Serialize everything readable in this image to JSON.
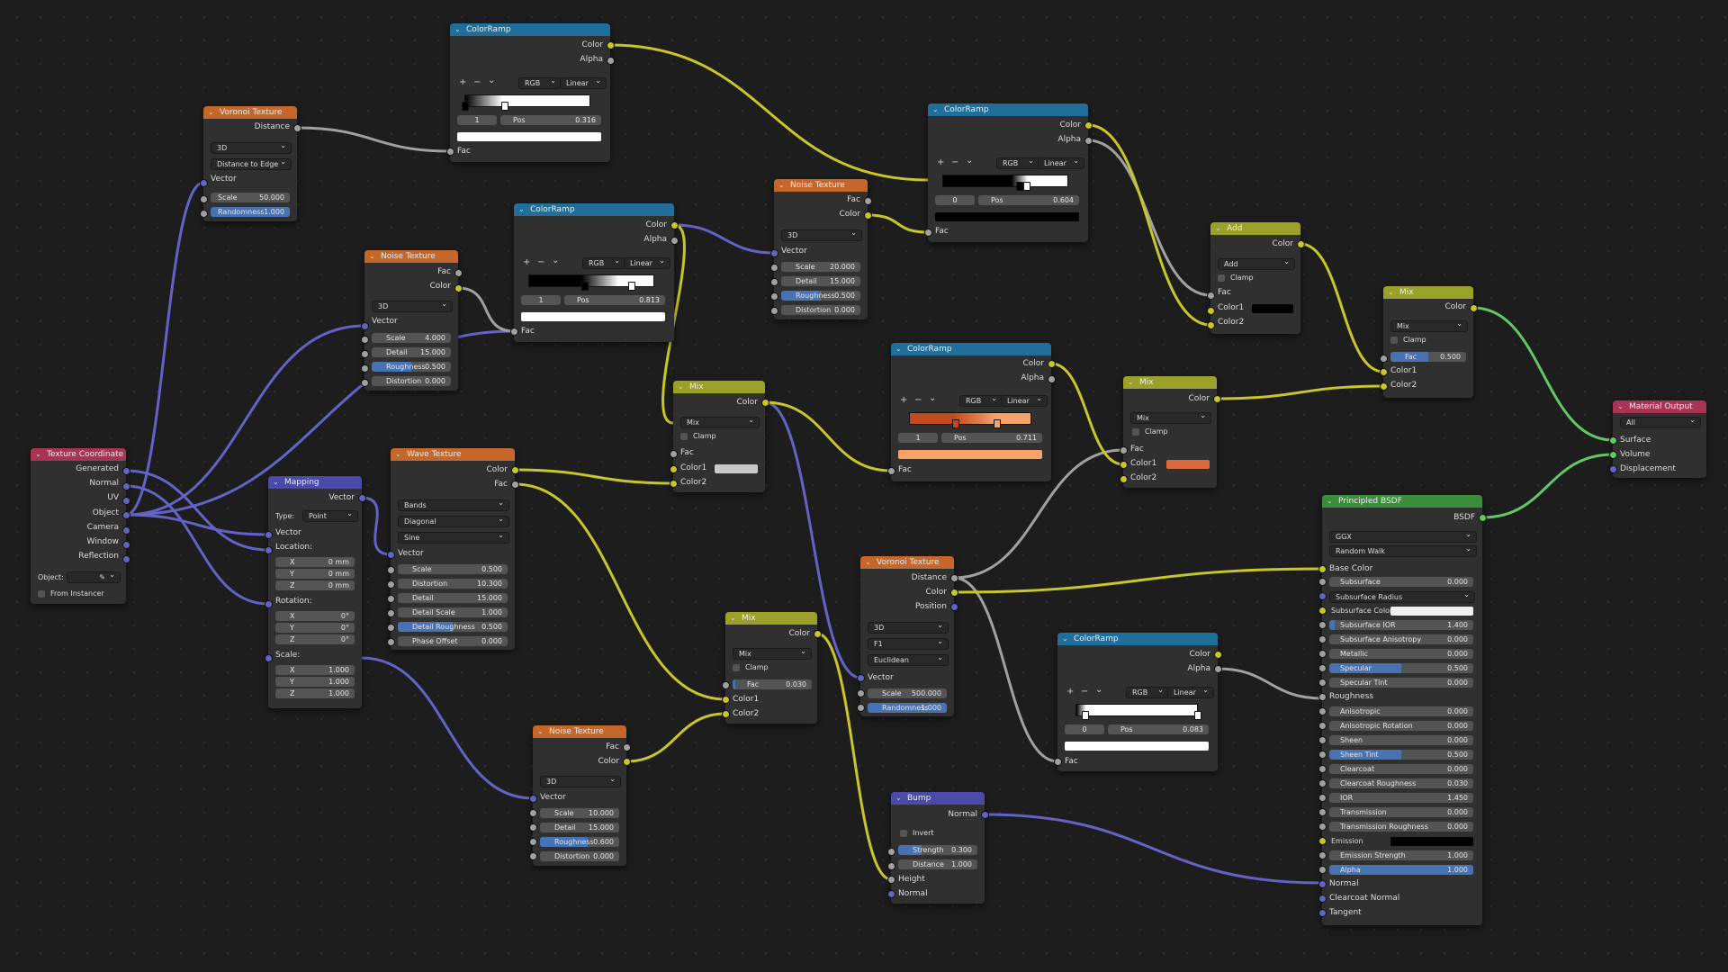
{
  "colors": {
    "texture": "#c5662a",
    "converter": "#1f6f9a",
    "color": "#99a12a",
    "vector": "#4a4aa8",
    "input": "#a93352",
    "shader": "#3c8c3c",
    "output": "#a93352",
    "wire_color": "#c7c729",
    "wire_float": "#a1a1a1",
    "wire_vector": "#6363c7",
    "wire_shader": "#63c763"
  },
  "icons": {
    "collapse": "chevron-down-icon",
    "add_stop": "plus-icon",
    "remove_stop": "minus-icon",
    "menu": "chevron-down-icon",
    "eyedropper": "eyedropper-icon"
  },
  "nodes": {
    "texcoord": {
      "title": "Texture Coordinate",
      "outputs": [
        "Generated",
        "Normal",
        "UV",
        "Object",
        "Camera",
        "Window",
        "Reflection"
      ],
      "object_label": "Object:",
      "from_instancer": "From Instancer"
    },
    "mapping": {
      "title": "Mapping",
      "out": "Vector",
      "type_label": "Type:",
      "type_value": "Point",
      "vector": "Vector",
      "location": "Location:",
      "rotation": "Rotation:",
      "scale": "Scale:",
      "loc": [
        [
          "X",
          "0 mm"
        ],
        [
          "Y",
          "0 mm"
        ],
        [
          "Z",
          "0 mm"
        ]
      ],
      "rot": [
        [
          "X",
          "0°"
        ],
        [
          "Y",
          "0°"
        ],
        [
          "Z",
          "0°"
        ]
      ],
      "scl": [
        [
          "X",
          "1.000"
        ],
        [
          "Y",
          "1.000"
        ],
        [
          "Z",
          "1.000"
        ]
      ]
    },
    "voronoi1": {
      "title": "Voronoi Texture",
      "out": "Distance",
      "dim": "3D",
      "feature": "Distance to Edge",
      "vector": "Vector",
      "scale_l": "Scale",
      "scale_v": "50.000",
      "rand_l": "Randomness",
      "rand_v": "1.000"
    },
    "noise1": {
      "title": "Noise Texture",
      "fac": "Fac",
      "color": "Color",
      "dim": "3D",
      "vector": "Vector",
      "scale_l": "Scale",
      "scale_v": "4.000",
      "detail_l": "Detail",
      "detail_v": "15.000",
      "rough_l": "Roughness",
      "rough_v": "0.500",
      "dist_l": "Distortion",
      "dist_v": "0.000"
    },
    "ramp1": {
      "title": "ColorRamp",
      "color": "Color",
      "alpha": "Alpha",
      "mode": "RGB",
      "interp": "Linear",
      "index": "1",
      "pos_l": "Pos",
      "pos_v": "0.316",
      "fac": "Fac"
    },
    "ramp2": {
      "title": "ColorRamp",
      "color": "Color",
      "alpha": "Alpha",
      "mode": "RGB",
      "interp": "Linear",
      "index": "1",
      "pos_l": "Pos",
      "pos_v": "0.813",
      "fac": "Fac"
    },
    "noise2": {
      "title": "Noise Texture",
      "fac": "Fac",
      "color": "Color",
      "dim": "3D",
      "vector": "Vector",
      "scale_l": "Scale",
      "scale_v": "20.000",
      "detail_l": "Detail",
      "detail_v": "15.000",
      "rough_l": "Roughness",
      "rough_v": "0.500",
      "dist_l": "Distortion",
      "dist_v": "0.000"
    },
    "ramp3": {
      "title": "ColorRamp",
      "color": "Color",
      "alpha": "Alpha",
      "mode": "RGB",
      "interp": "Linear",
      "index": "0",
      "pos_l": "Pos",
      "pos_v": "0.604",
      "fac": "Fac"
    },
    "add": {
      "title": "Add",
      "color": "Color",
      "op": "Add",
      "clamp": "Clamp",
      "fac": "Fac",
      "c1": "Color1",
      "c2": "Color2"
    },
    "mix_tr": {
      "title": "Mix",
      "color": "Color",
      "op": "Mix",
      "clamp": "Clamp",
      "fac_l": "Fac",
      "fac_v": "0.500",
      "c1": "Color1",
      "c2": "Color2"
    },
    "wave": {
      "title": "Wave Texture",
      "color": "Color",
      "fac": "Fac",
      "type": "Bands",
      "dir": "Diagonal",
      "profile": "Sine",
      "vector": "Vector",
      "rows": [
        [
          "Scale",
          "0.500"
        ],
        [
          "Distortion",
          "10.300"
        ],
        [
          "Detail",
          "15.000"
        ],
        [
          "Detail Scale",
          "1.000"
        ],
        [
          "Detail Roughness",
          "0.500"
        ],
        [
          "Phase Offset",
          "0.000"
        ]
      ]
    },
    "mix_mid": {
      "title": "Mix",
      "color": "Color",
      "op": "Mix",
      "clamp": "Clamp",
      "fac": "Fac",
      "c1": "Color1",
      "c2": "Color2"
    },
    "ramp4": {
      "title": "ColorRamp",
      "color": "Color",
      "alpha": "Alpha",
      "mode": "RGB",
      "interp": "Linear",
      "index": "1",
      "pos_l": "Pos",
      "pos_v": "0.711",
      "fac": "Fac"
    },
    "mix_r": {
      "title": "Mix",
      "color": "Color",
      "op": "Mix",
      "clamp": "Clamp",
      "fac": "Fac",
      "c1": "Color1",
      "c2": "Color2"
    },
    "mix_low": {
      "title": "Mix",
      "color": "Color",
      "op": "Mix",
      "clamp": "Clamp",
      "fac_l": "Fac",
      "fac_v": "0.030",
      "c1": "Color1",
      "c2": "Color2"
    },
    "voronoi2": {
      "title": "Voronoi Texture",
      "dist": "Distance",
      "color": "Color",
      "pos": "Position",
      "dim": "3D",
      "feature": "F1",
      "metric": "Euclidean",
      "vector": "Vector",
      "scale_l": "Scale",
      "scale_v": "500.000",
      "rand_l": "Randomness",
      "rand_v": "1.000"
    },
    "noise3": {
      "title": "Noise Texture",
      "fac": "Fac",
      "color": "Color",
      "dim": "3D",
      "vector": "Vector",
      "scale_l": "Scale",
      "scale_v": "10.000",
      "detail_l": "Detail",
      "detail_v": "15.000",
      "rough_l": "Roughness",
      "rough_v": "0.600",
      "dist_l": "Distortion",
      "dist_v": "0.000"
    },
    "ramp5": {
      "title": "ColorRamp",
      "color": "Color",
      "alpha": "Alpha",
      "mode": "RGB",
      "interp": "Linear",
      "index": "0",
      "pos_l": "Pos",
      "pos_v": "0.083",
      "fac": "Fac"
    },
    "bump": {
      "title": "Bump",
      "normal": "Normal",
      "invert": "Invert",
      "str_l": "Strength",
      "str_v": "0.300",
      "dist_l": "Distance",
      "dist_v": "1.000",
      "height": "Height",
      "normal_in": "Normal"
    },
    "bsdf": {
      "title": "Principled BSDF",
      "out": "BSDF",
      "dist": "GGX",
      "sss": "Random Walk",
      "base": "Base Color",
      "rows": [
        [
          "Subsurface",
          "0.000"
        ],
        [
          "Subsurface Radius",
          ""
        ],
        [
          "Subsurface Color",
          ""
        ],
        [
          "Subsurface IOR",
          "1.400"
        ],
        [
          "Subsurface Anisotropy",
          "0.000"
        ],
        [
          "Metallic",
          "0.000"
        ],
        [
          "Specular",
          "0.500"
        ],
        [
          "Specular Tint",
          "0.000"
        ],
        [
          "Roughness",
          ""
        ],
        [
          "Anisotropic",
          "0.000"
        ],
        [
          "Anisotropic Rotation",
          "0.000"
        ],
        [
          "Sheen",
          "0.000"
        ],
        [
          "Sheen Tint",
          "0.500"
        ],
        [
          "Clearcoat",
          "0.000"
        ],
        [
          "Clearcoat Roughness",
          "0.030"
        ],
        [
          "IOR",
          "1.450"
        ],
        [
          "Transmission",
          "0.000"
        ],
        [
          "Transmission Roughness",
          "0.000"
        ],
        [
          "Emission",
          ""
        ],
        [
          "Emission Strength",
          "1.000"
        ],
        [
          "Alpha",
          "1.000"
        ],
        [
          "Normal",
          ""
        ],
        [
          "Clearcoat Normal",
          ""
        ],
        [
          "Tangent",
          ""
        ]
      ]
    },
    "output": {
      "title": "Material Output",
      "target": "All",
      "surface": "Surface",
      "volume": "Volume",
      "displacement": "Displacement"
    }
  }
}
